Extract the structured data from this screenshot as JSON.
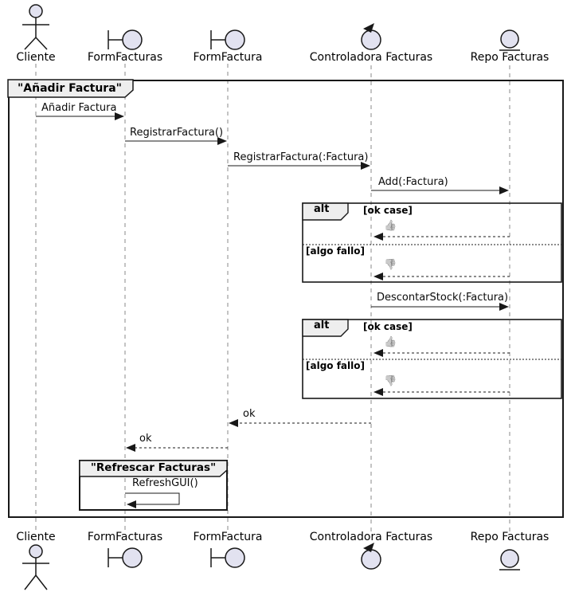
{
  "participants": [
    {
      "label": "Cliente",
      "type": "actor"
    },
    {
      "label": "FormFacturas",
      "type": "boundary"
    },
    {
      "label": "FormFactura",
      "type": "boundary"
    },
    {
      "label": "Controladora Facturas",
      "type": "control"
    },
    {
      "label": "Repo Facturas",
      "type": "entity"
    }
  ],
  "frame": {
    "title": "\"Añadir Factura\""
  },
  "messages": {
    "anadir_factura": "Añadir Factura",
    "registrar_factura": "RegistrarFactura()",
    "registrar_factura_param": "RegistrarFactura(:Factura)",
    "add_factura": "Add(:Factura)",
    "descontar_stock": "DescontarStock(:Factura)",
    "ok": "ok",
    "refresh_gui": "RefreshGUI()"
  },
  "fragments": {
    "operator": "alt",
    "guard_ok": "[ok case]",
    "guard_fail": "[algo fallo]",
    "result_ok": "👍",
    "result_fail": "👎"
  },
  "group": {
    "title": "\"Refrescar Facturas\""
  },
  "colors": {
    "participant_fill": "#E2E2F0",
    "line": "#181818",
    "header_fill": "#EEEEEE",
    "lifeline": "#888888"
  }
}
